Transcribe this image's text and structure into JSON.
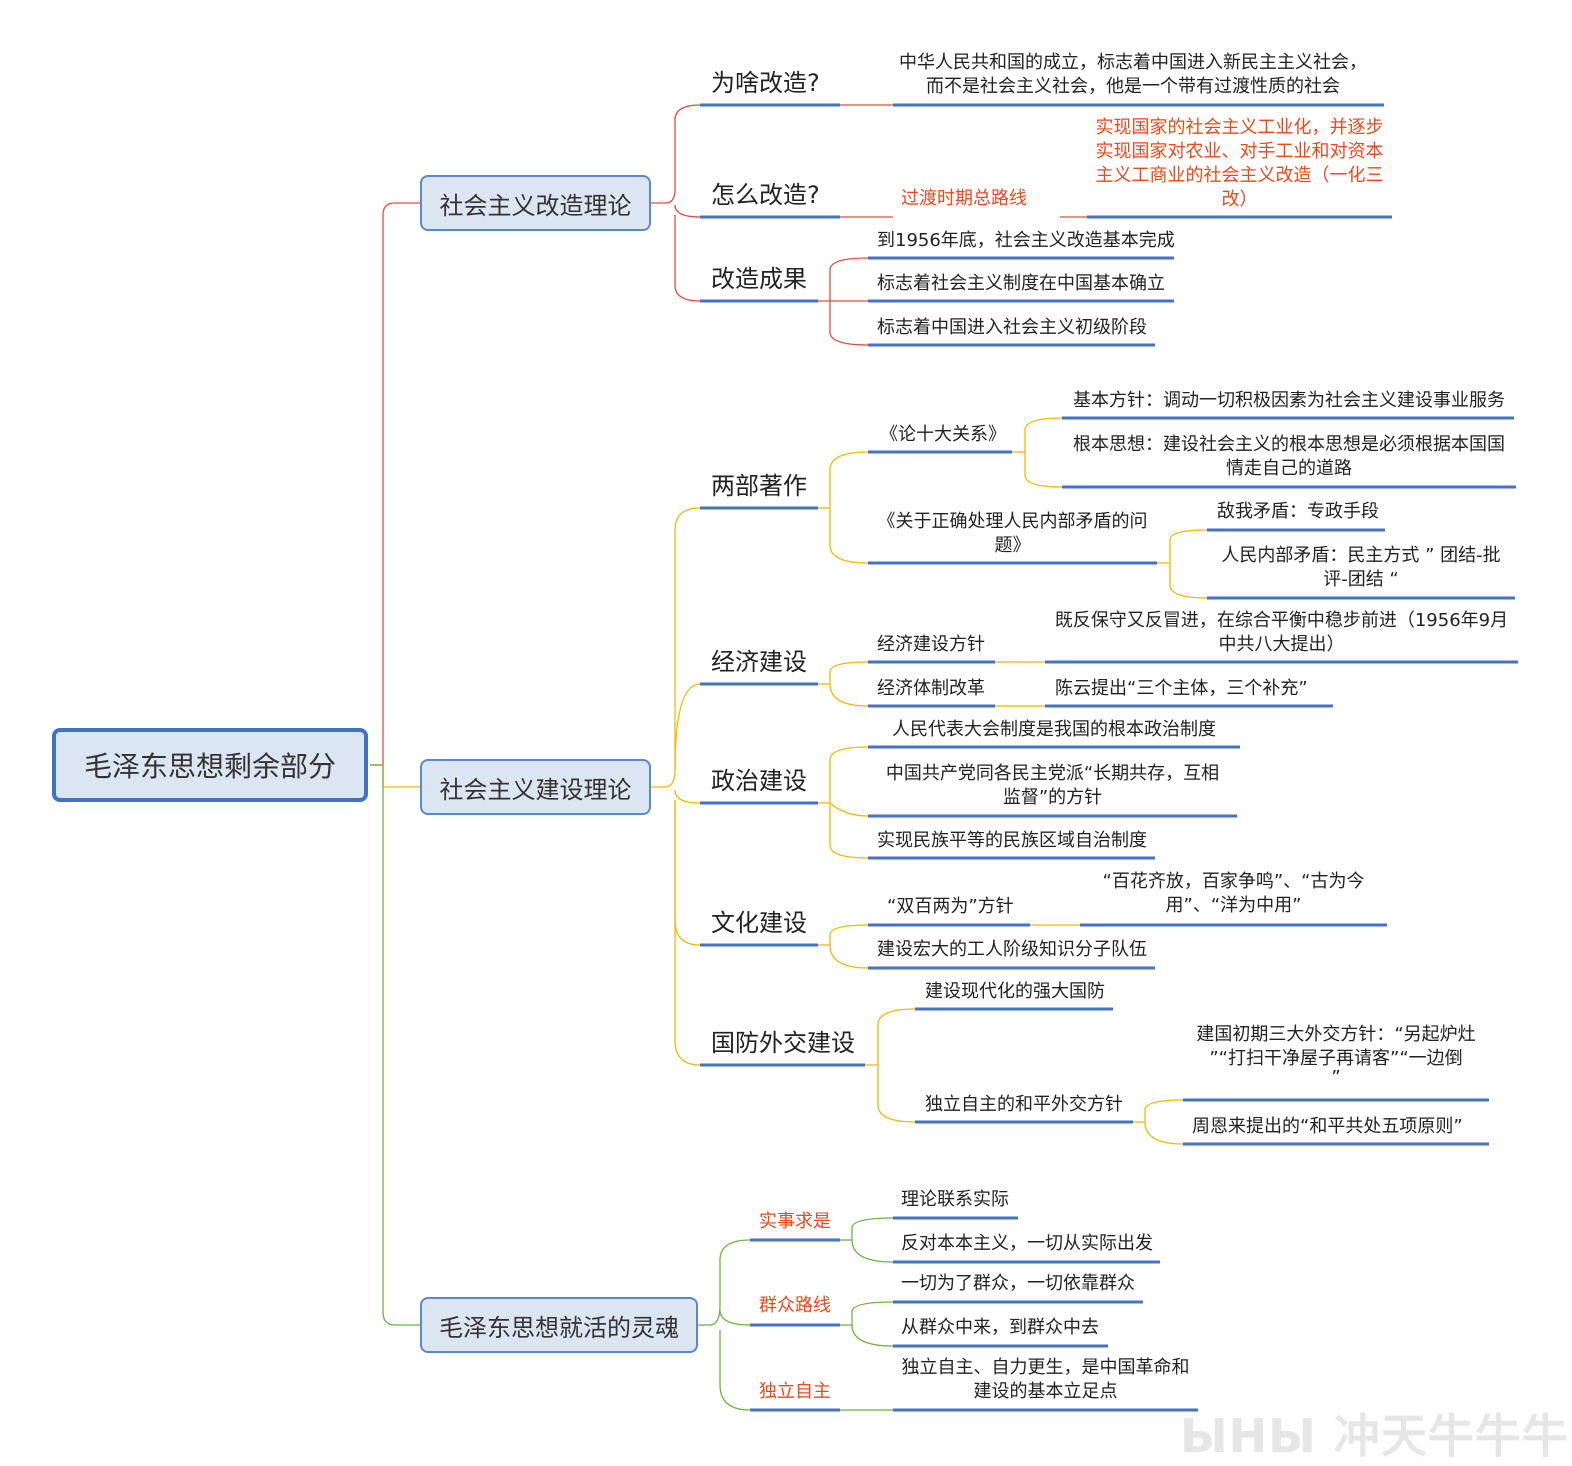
{
  "colors": {
    "red_branch": "#e74c3c",
    "yellow_branch": "#f5b800",
    "green_branch": "#6db33f",
    "underline": "#4472c4",
    "root_border": "#3f72c4",
    "node_fill": "#dce6f2",
    "highlight_text": "#e84a1c"
  },
  "root": "毛泽东思想剩余部分",
  "b1": {
    "title": "社会主义改造理论",
    "why": {
      "label": "为啥改造?",
      "detail": [
        "中华人民共和国的成立，标志着中国进入新民主主义社会，",
        "而不是社会主义社会，他是一个带有过渡性质的社会"
      ]
    },
    "how": {
      "label": "怎么改造?",
      "route": "过渡时期总路线",
      "detail": [
        "实现国家的社会主义工业化，并逐步",
        "实现国家对农业、对手工业和对资本",
        "主义工商业的社会主义改造（一化三",
        "改）"
      ]
    },
    "result": {
      "label": "改造成果",
      "items": [
        "到1956年底，社会主义改造基本完成",
        "标志着社会主义制度在中国基本确立",
        "标志着中国进入社会主义初级阶段"
      ]
    }
  },
  "b2": {
    "title": "社会主义建设理论",
    "works": {
      "label": "两部著作",
      "w1": {
        "label": "《论十大关系》",
        "items": [
          [
            "基本方针：调动一切积极因素为社会主义建设事业服务"
          ],
          [
            "根本思想：建设社会主义的根本思想是必须根据本国国",
            "情走自己的道路"
          ]
        ]
      },
      "w2": {
        "label": [
          "《关于正确处理人民内部矛盾的问",
          "题》"
        ],
        "items": [
          [
            "敌我矛盾：专政手段"
          ],
          [
            "人民内部矛盾：民主方式 ” 团结-批",
            "评-团结 “"
          ]
        ]
      }
    },
    "econ": {
      "label": "经济建设",
      "i1": "经济建设方针",
      "i1_detail": [
        "既反保守又反冒进，在综合平衡中稳步前进（1956年9月",
        "中共八大提出）"
      ],
      "i2": "经济体制改革",
      "i2_detail": "陈云提出“三个主体，三个补充”"
    },
    "politics": {
      "label": "政治建设",
      "items": [
        [
          "人民代表大会制度是我国的根本政治制度"
        ],
        [
          "中国共产党同各民主党派“长期共存，互相",
          "监督”的方针"
        ],
        [
          "实现民族平等的民族区域自治制度"
        ]
      ]
    },
    "culture": {
      "label": "文化建设",
      "i1": "“双百两为”方针",
      "i1_detail": [
        "“百花齐放，百家争鸣”、“古为今",
        "用”、“洋为中用”"
      ],
      "i2": "建设宏大的工人阶级知识分子队伍"
    },
    "defense": {
      "label": "国防外交建设",
      "i1": "建设现代化的强大国防",
      "i2": "独立自主的和平外交方针",
      "i2_items": [
        [
          "建国初期三大外交方针：“另起炉灶",
          "”“打扫干净屋子再请客”“一边倒",
          "”"
        ],
        [
          "周恩来提出的“和平共处五项原则”"
        ]
      ]
    }
  },
  "b3": {
    "title": "毛泽东思想就活的灵魂",
    "s1": {
      "label": "实事求是",
      "items": [
        "理论联系实际",
        "反对本本主义，一切从实际出发"
      ]
    },
    "s2": {
      "label": "群众路线",
      "items": [
        "一切为了群众，一切依靠群众",
        "从群众中来，到群众中去"
      ]
    },
    "s3": {
      "label": "独立自主",
      "detail": [
        "独立自主、自力更生，是中国革命和",
        "建设的基本立足点"
      ]
    }
  },
  "watermark": "冲天牛牛牛"
}
